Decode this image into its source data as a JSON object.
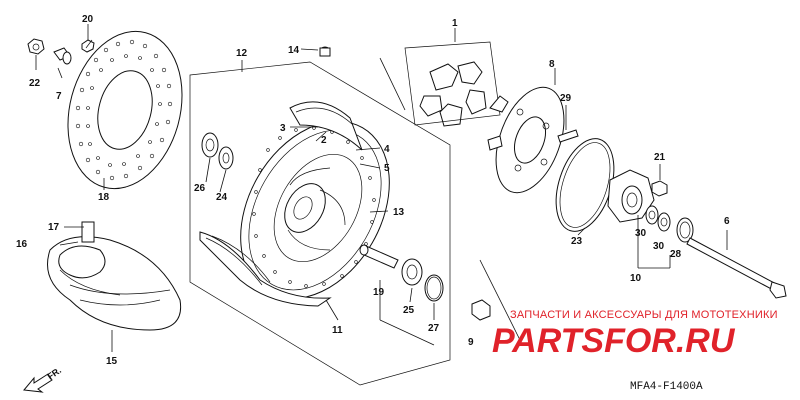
{
  "callouts": {
    "c1": "1",
    "c2": "2",
    "c3": "3",
    "c4": "4",
    "c5": "5",
    "c6": "6",
    "c7": "7",
    "c8": "8",
    "c9": "9",
    "c10": "10",
    "c11": "11",
    "c12": "12",
    "c13": "13",
    "c14": "14",
    "c15": "15",
    "c16": "16",
    "c17": "17",
    "c18": "18",
    "c19": "19",
    "c20": "20",
    "c21": "21",
    "c22": "22",
    "c23": "23",
    "c24": "24",
    "c25": "25",
    "c26": "26",
    "c27": "27",
    "c28": "28",
    "c29": "29",
    "c30a": "30",
    "c30b": "30"
  },
  "watermark": {
    "tagline": "ЗАПЧАСТИ И АКСЕССУАРЫ ДЛЯ МОТОТЕХНИКИ",
    "brand": "PARTSFOR.RU"
  },
  "diagram_code": "MFA4-F1400A",
  "direction_label": "FR.",
  "colors": {
    "watermark": "#e0222a",
    "line": "#111111"
  }
}
